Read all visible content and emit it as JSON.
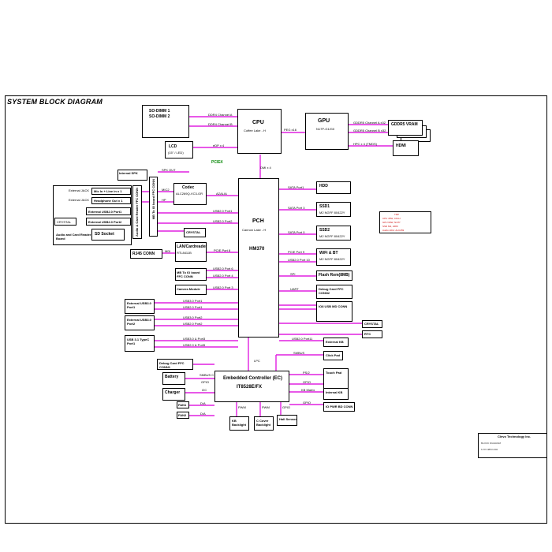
{
  "diagram": {
    "title": "SYSTEM BLOCK DIAGRAM",
    "cpu": {
      "name": "CPU",
      "model": "Coffee Lake - H"
    },
    "pch": {
      "name": "PCH",
      "model": "Cannon Lake - H",
      "chipset": "HM370"
    },
    "gpu": {
      "name": "GPU",
      "model": "N17P-G1/G0"
    },
    "gddr5": "GDDR5 VRAM",
    "hdmi": "HDMI",
    "sodimm1": "SO-DIMM 1",
    "sodimm2": "SO-DIMM 2",
    "lcd": "LCD",
    "lcd_size": "(15\" / LED)",
    "edp_label": "eDP x 4",
    "pcie4": "PCIE4",
    "dmi_label": "DMI x 4",
    "peg_label": "PEG x16",
    "ddr_ch_a": "DDR4 Channel A",
    "ddr_ch_b": "DDR4 Channel B",
    "gddr_ch_a": "GDDR5 Channel A x32",
    "gddr_ch_b": "GDDR5 Channel B x32",
    "hdmi_link": "HPC x 4 (TMDS)",
    "internal_spk": "Internal SPK",
    "spk_out": "SPK OUT",
    "codec": "Codec",
    "codec_model": "ALC269Q-VC3-GR",
    "azalia": "AZALIA",
    "mic2": "MIC2",
    "hp": "HP",
    "ext_jack1": "External JACK",
    "ext_jack2": "External JACK",
    "mic_in": "Mic In + Line in x 1",
    "headphone": "Headphone Out x 1",
    "ext_usb_p1": "External USB2.0 Port1",
    "ext_usb_p2": "External USB2.0 Port2",
    "sd_socket": "SD Socket",
    "audio_board": "Audio and Card Reader Board",
    "audio_ffc": "Audio & Card Reader FFC CONN",
    "crystal_top": "CRYSTAL",
    "lan": "LAN/Cardreader",
    "lan_model": "RTL8411B",
    "rj45": "RJ45 CONN",
    "mdi": "MDI",
    "pcie_port8": "PCIE Port 8",
    "usb_port6": "USB2.0 Port 6",
    "mb_ffc": "MB To IO board FFC CONN",
    "camera": "Camera Module",
    "usb_port3": "USB2.0 Port 3",
    "usb_port4": "USB2.0 Port 4",
    "ext_usb30_p1": "External USB3.0 Port1",
    "ext_usb30_p2": "External USB3.0 Port2",
    "usb31": "USB 3.1 TypeC Port1",
    "usb30_port1": "USB3.0 Port1",
    "usb20_port1": "USB2.0 Port1",
    "usb30_port2": "USB3.0 Port2",
    "usb20_port2": "USB2.0 Port2",
    "usb31_port3": "USB3.0 & Port3",
    "usb20_port5": "USB2.0 & Port5",
    "hdd": "HDD",
    "ssd1": "SSD1",
    "ssd2": "SSD2",
    "m2": "M2 NGFF 80422Y",
    "sata_port1": "SATA Port1",
    "sata_port3": "SATA Port 3",
    "sata_port0": "SATA Port 0",
    "wifi": "WiFi & BT",
    "pcie_port9": "PCIE Port 9",
    "usb_port10": "USB2.0 Port 10",
    "flash": "Flash Rom(8MB)",
    "spi": "SPI",
    "debug_card": "Debug Card FFC CONN2",
    "uart": "UART",
    "io_board_conn": "IO8 USB MD CONN",
    "crystal_right": "CRYSTAL",
    "rtc": "RTC",
    "usb_port11": "USB2.0 Port11",
    "ext_kb": "External KB",
    "smbus": "SMBUS",
    "click_pad": "Click Pad",
    "touch_pad": "Touch Pad",
    "internal_kb": "Internal KB",
    "lpc": "LPC",
    "ec_name": "Embedded Controller (EC)",
    "ec_model": "IT8528E/FX",
    "debug_card1": "Debug Card FFC CONN1",
    "battery": "Battery",
    "charger": "Charger",
    "fan1": "FAN1",
    "fan2": "FAN2",
    "kb_backlight": "KB Backlight",
    "c_cover": "C Cover Backlight",
    "hall_sensor": "Hall Sensor",
    "io_pwr": "IO PWR BD CONN",
    "smbus0": "SMBUS 0",
    "gpio": "GPIO",
    "i2c": "I2C",
    "ps2": "PS/2",
    "kb_matrix": "KB Matrix",
    "pwm": "PWM",
    "dac": "D/A",
    "power_table": [
      "TDP",
      "CPU 45W, CFLH",
      "GPU 60W, N17P",
      "SSD M2, 2280",
      "Audio HDA: ALC269"
    ],
    "company": "Clevo Technology Inc.",
    "doc_title": "BLOCK DIAGRAM",
    "doc_no": "6-7P-N85V-D02"
  }
}
